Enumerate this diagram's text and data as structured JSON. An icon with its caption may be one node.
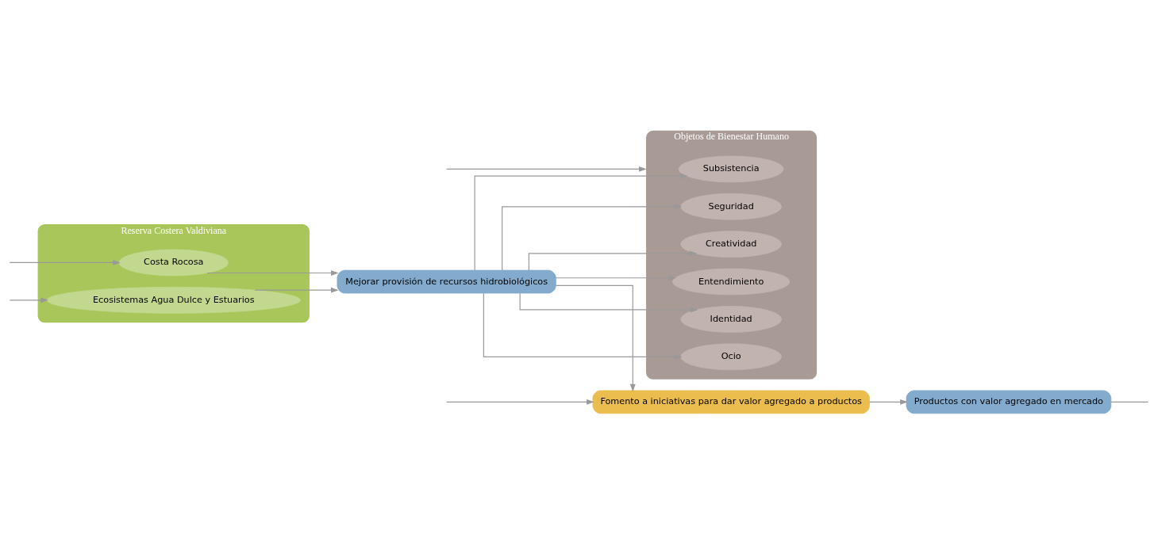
{
  "diagram": {
    "nodes": [
      {
        "text": [
          "Fomento a iniciativas para dar valor agregado a productos"
        ]
      },
      {
        "text": [
          "Productos con valor agregado en mercado"
        ]
      },
      {
        "text": [
          "Reserva Costera Valdiviana"
        ]
      },
      {
        "text": [
          "Costa Rocosa"
        ],
        "in": 2
      },
      {
        "text": [
          "Ecosistemas Agua Dulce y Estuarios"
        ],
        "in": 2
      },
      {
        "text": [
          "Mejorar provisión de recursos hidrobiológicos"
        ]
      },
      {
        "text": [
          "Objetos de Bienestar Humano"
        ]
      },
      {
        "text": [
          "Subsistencia"
        ],
        "in": 6
      },
      {
        "text": [
          "Seguridad"
        ],
        "in": 6
      },
      {
        "text": [
          "Creatividad"
        ],
        "in": 6
      },
      {
        "text": [
          "Entendimiento"
        ],
        "in": 6
      },
      {
        "text": [
          "Identidad"
        ],
        "in": 6
      },
      {
        "text": [
          "Ocio"
        ],
        "in": 6
      }
    ],
    "edges": [
      {
        "from": null,
        "to": 0,
        "arrow": "to"
      },
      {
        "from": 0,
        "to": 1,
        "arrow": "to"
      },
      {
        "from": 1,
        "to": null,
        "arrow": "none"
      },
      {
        "from": null,
        "to": 3,
        "arrow": "to"
      },
      {
        "from": null,
        "to": 4,
        "arrow": "to"
      },
      {
        "from": 3,
        "to": 5,
        "arrow": "to"
      },
      {
        "from": 4,
        "to": 5,
        "arrow": "to"
      },
      {
        "from": 5,
        "to": 0,
        "arrow": "to"
      },
      {
        "from": 5,
        "to": 7,
        "arrow": "to"
      },
      {
        "from": 5,
        "to": 8,
        "arrow": "to"
      },
      {
        "from": 5,
        "to": 9,
        "arrow": "to"
      },
      {
        "from": 5,
        "to": 10,
        "arrow": "to"
      },
      {
        "from": 5,
        "to": 11,
        "arrow": "to"
      },
      {
        "from": 5,
        "to": 12,
        "arrow": "to"
      },
      {
        "from": null,
        "to": 6,
        "arrow": "to"
      }
    ]
  }
}
